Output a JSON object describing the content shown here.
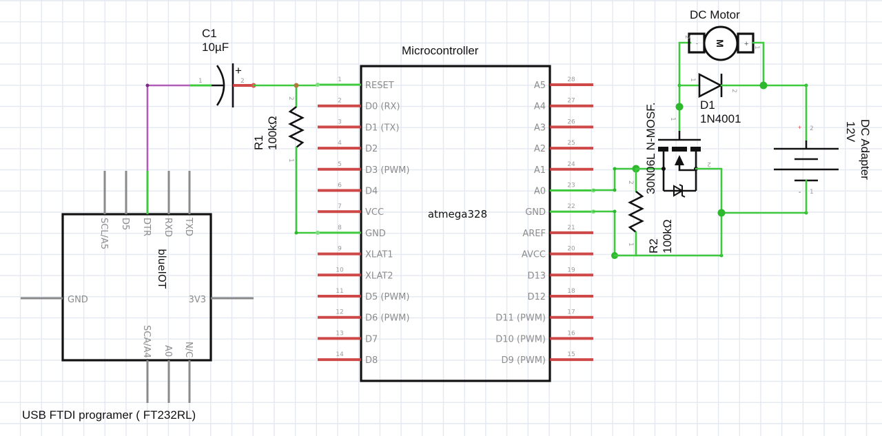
{
  "schematic": {
    "colors": {
      "wire_connected": "#3ec93e",
      "wire_unrouted": "#b05cb8",
      "pin_unconnected": "#cc3a3a",
      "grid": "#e3e8f1"
    },
    "microcontroller": {
      "title": "Microcontroller",
      "part": "atmega328",
      "left_pins": [
        {
          "num": "1",
          "label": "RESET",
          "connected": true
        },
        {
          "num": "2",
          "label": "D0 (RX)",
          "connected": false
        },
        {
          "num": "3",
          "label": "D1 (TX)",
          "connected": false
        },
        {
          "num": "4",
          "label": "D2",
          "connected": false
        },
        {
          "num": "5",
          "label": "D3 (PWM)",
          "connected": false
        },
        {
          "num": "6",
          "label": "D4",
          "connected": false
        },
        {
          "num": "7",
          "label": "VCC",
          "connected": false
        },
        {
          "num": "8",
          "label": "GND",
          "connected": true
        },
        {
          "num": "9",
          "label": "XLAT1",
          "connected": false
        },
        {
          "num": "10",
          "label": "XLAT2",
          "connected": false
        },
        {
          "num": "11",
          "label": "D5 (PWM)",
          "connected": false
        },
        {
          "num": "12",
          "label": "D6 (PWM)",
          "connected": false
        },
        {
          "num": "13",
          "label": "D7",
          "connected": false
        },
        {
          "num": "14",
          "label": "D8",
          "connected": false
        }
      ],
      "right_pins": [
        {
          "num": "28",
          "label": "A5",
          "connected": false
        },
        {
          "num": "27",
          "label": "A4",
          "connected": false
        },
        {
          "num": "26",
          "label": "A3",
          "connected": false
        },
        {
          "num": "25",
          "label": "A2",
          "connected": false
        },
        {
          "num": "24",
          "label": "A1",
          "connected": false
        },
        {
          "num": "23",
          "label": "A0",
          "connected": true
        },
        {
          "num": "22",
          "label": "GND",
          "connected": true
        },
        {
          "num": "21",
          "label": "AREF",
          "connected": false
        },
        {
          "num": "20",
          "label": "AVCC",
          "connected": false
        },
        {
          "num": "19",
          "label": "D13",
          "connected": false
        },
        {
          "num": "18",
          "label": "D12",
          "connected": false
        },
        {
          "num": "17",
          "label": "D11 (PWM)",
          "connected": false
        },
        {
          "num": "16",
          "label": "D10 (PWM)",
          "connected": false
        },
        {
          "num": "15",
          "label": "D9 (PWM)",
          "connected": false
        }
      ]
    },
    "c1": {
      "name": "C1",
      "value": "10µF",
      "plus": "+",
      "pin1": "1",
      "pin2": "2"
    },
    "r1": {
      "name": "R1",
      "value": "100kΩ",
      "pin1": "1",
      "pin2": "2"
    },
    "r2": {
      "name": "R2",
      "value": "100kΩ",
      "pin1": "1",
      "pin2": "2"
    },
    "d1": {
      "name": "D1",
      "value": "1N4001",
      "pin1": "1",
      "pin2": "2"
    },
    "motor": {
      "title": "DC Motor",
      "symbol": "M",
      "minus": "-",
      "plus": "+",
      "pin1": "1",
      "pin2": "2"
    },
    "mosfet": {
      "label": "30N06L N-MOSF.",
      "pin1": "1",
      "pin2": "2"
    },
    "adapter": {
      "name": "DC Adapter",
      "value": "12V",
      "plus": "+",
      "minus": "-",
      "pin1": "1",
      "pin2": "2"
    },
    "ftdi": {
      "title": "USB FTDI programer ( FT232RL)",
      "part": "blueIOT",
      "top_pins": [
        "SCL/A5",
        "D5",
        "DTR",
        "RXD",
        "TXD"
      ],
      "left_pin": "GND",
      "right_pin": "3V3",
      "bottom_pins": [
        "SCA/A4",
        "A0",
        "N/C"
      ]
    }
  }
}
